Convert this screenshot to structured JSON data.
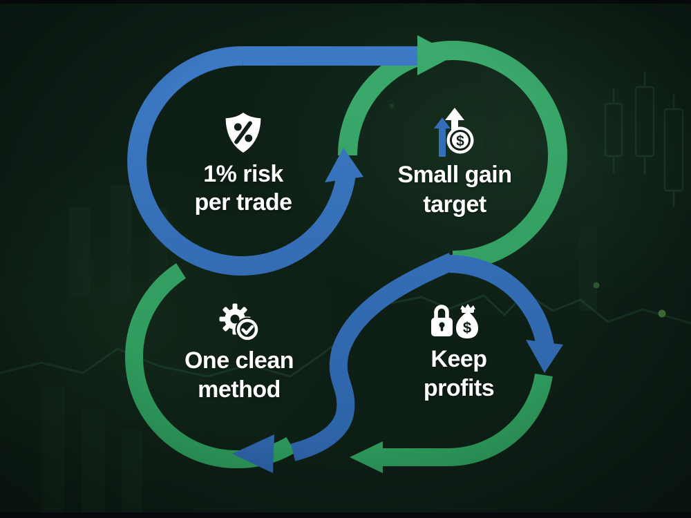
{
  "diagram": {
    "type": "cycle-flow",
    "steps": [
      {
        "id": "risk",
        "icon": "shield-percent-icon",
        "line1": "1% risk",
        "line2": "per trade",
        "ring_color": "#346eb7",
        "position": "top-left"
      },
      {
        "id": "gain",
        "icon": "gain-arrows-coin-icon",
        "line1": "Small gain",
        "line2": "target",
        "ring_color": "#32a263",
        "position": "top-right"
      },
      {
        "id": "method",
        "icon": "gear-check-icon",
        "line1": "One clean",
        "line2": "method",
        "ring_color": "#32a263",
        "position": "bottom-left"
      },
      {
        "id": "profits",
        "icon": "lock-moneybag-icon",
        "line1": "Keep",
        "line2": "profits",
        "ring_color": "#346eb7",
        "position": "bottom-right"
      }
    ],
    "colors": {
      "blue": "#346eb7",
      "green": "#32a263",
      "background": "#0d1e15",
      "text": "#ffffff"
    }
  }
}
